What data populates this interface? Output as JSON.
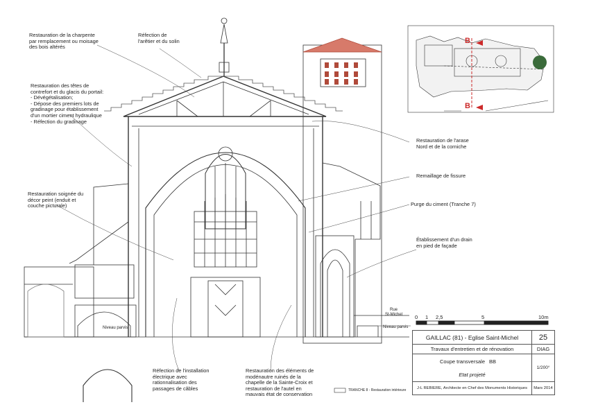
{
  "annotations": {
    "charpente": "Restauration de la charpente\npar remplacement ou moisage\ndes bois altérés",
    "aretier": "Réfection de\nl'arêtier et du solin",
    "contreforts": "Restauration des têtes de\ncontrefort et du glacis du portail:\n- Dévégétalisation;\n- Dépose des premiers lots de\ngradinage pour établissement\nd'un mortier ciment hydraulique\n- Réfection du gradinage",
    "arase": "Restauration de l'arase\nNord et de la corniche",
    "remaillage": "Remaillage de fissure",
    "decor": "Restauration soignée du\ndécor peint (enduit et\ncouche picturale)",
    "purge": "Purge du ciment (Tranche 7)",
    "drain": "Établissement d'un drain\nen pied de façade",
    "electrique": "Réfection de l'installation\nélectrique avec\nrationnalisation des\npassages de câbles",
    "modenature": "Restauration des éléments de\nmodénautre ruinés de la\nchapelle de la Sainte-Croix et\nrestauration de l'autel en\nmauvais état de conservation"
  },
  "labels": {
    "rue": "Rue\nSt-Michel",
    "niveau_parvis_left": "Niveau parvis",
    "niveau_parvis_right": "Niveau parvis",
    "plan_section_left": "B",
    "plan_section_right": "B"
  },
  "scale_bar": {
    "ticks": [
      "0",
      "1",
      "2,5",
      "5",
      "10m"
    ]
  },
  "legend": {
    "text": "TRANCHE 8 - Restauration intérieure"
  },
  "title_block": {
    "project": "GAILLAC (81) - Eglise Saint-Michel",
    "number": "25",
    "works": "Travaux d'entretien et de rénovation",
    "phase": "DIAG",
    "drawing_title": "Coupe transversale",
    "section_id": "BB",
    "scale": "1/200°",
    "state": "Etat projeté",
    "architect": "J-L REBIERE, Architecte en Chef des Monuments Historiques",
    "date": "Mars 2014"
  },
  "colors": {
    "line": "#333333",
    "roof_tile": "#b04a3a",
    "section_marker": "#cc2a2a",
    "vegetation": "#3a6b3a",
    "wall_fill": "#ffffff"
  }
}
